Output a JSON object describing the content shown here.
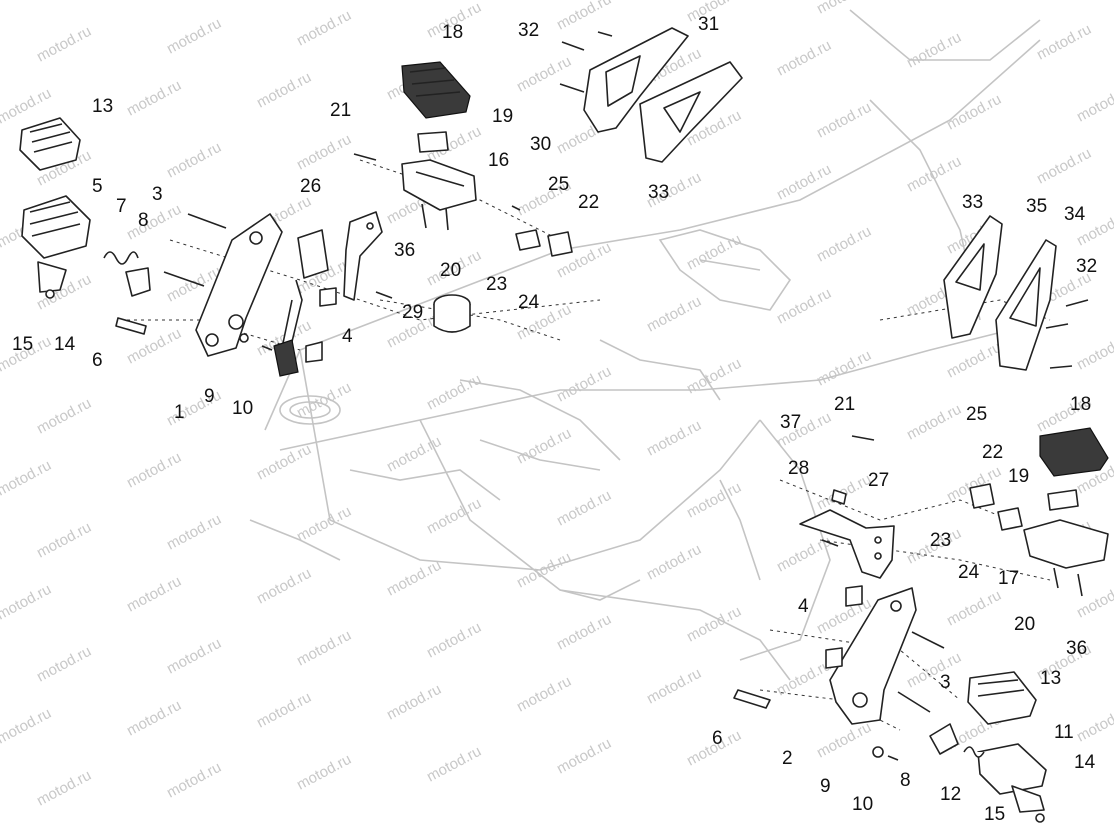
{
  "watermark": {
    "text": "motod.ru"
  },
  "callouts": [
    {
      "id": "c13a",
      "text": "13"
    },
    {
      "id": "c5a",
      "text": "5"
    },
    {
      "id": "c7a",
      "text": "7"
    },
    {
      "id": "c3a",
      "text": "3"
    },
    {
      "id": "c8a",
      "text": "8"
    },
    {
      "id": "c15a",
      "text": "15"
    },
    {
      "id": "c14a",
      "text": "14"
    },
    {
      "id": "c6a",
      "text": "6"
    },
    {
      "id": "c1",
      "text": "1"
    },
    {
      "id": "c9a",
      "text": "9"
    },
    {
      "id": "c10a",
      "text": "10"
    },
    {
      "id": "c26",
      "text": "26"
    },
    {
      "id": "c21a",
      "text": "21"
    },
    {
      "id": "c18a",
      "text": "18"
    },
    {
      "id": "c19a",
      "text": "19"
    },
    {
      "id": "c30",
      "text": "30"
    },
    {
      "id": "c16",
      "text": "16"
    },
    {
      "id": "c25a",
      "text": "25"
    },
    {
      "id": "c22a",
      "text": "22"
    },
    {
      "id": "c33a",
      "text": "33"
    },
    {
      "id": "c32a",
      "text": "32"
    },
    {
      "id": "c31",
      "text": "31"
    },
    {
      "id": "c36a",
      "text": "36"
    },
    {
      "id": "c20a",
      "text": "20"
    },
    {
      "id": "c23a",
      "text": "23"
    },
    {
      "id": "c24a",
      "text": "24"
    },
    {
      "id": "c29",
      "text": "29"
    },
    {
      "id": "c4a",
      "text": "4"
    },
    {
      "id": "c33b",
      "text": "33"
    },
    {
      "id": "c35",
      "text": "35"
    },
    {
      "id": "c34",
      "text": "34"
    },
    {
      "id": "c32b",
      "text": "32"
    },
    {
      "id": "c18b",
      "text": "18"
    },
    {
      "id": "c21b",
      "text": "21"
    },
    {
      "id": "c37",
      "text": "37"
    },
    {
      "id": "c25b",
      "text": "25"
    },
    {
      "id": "c22b",
      "text": "22"
    },
    {
      "id": "c28",
      "text": "28"
    },
    {
      "id": "c27",
      "text": "27"
    },
    {
      "id": "c19b",
      "text": "19"
    },
    {
      "id": "c23b",
      "text": "23"
    },
    {
      "id": "c24b",
      "text": "24"
    },
    {
      "id": "c17",
      "text": "17"
    },
    {
      "id": "c20b",
      "text": "20"
    },
    {
      "id": "c4b",
      "text": "4"
    },
    {
      "id": "c36b",
      "text": "36"
    },
    {
      "id": "c3b",
      "text": "3"
    },
    {
      "id": "c13b",
      "text": "13"
    },
    {
      "id": "c11",
      "text": "11"
    },
    {
      "id": "c6b",
      "text": "6"
    },
    {
      "id": "c2",
      "text": "2"
    },
    {
      "id": "c14b",
      "text": "14"
    },
    {
      "id": "c9b",
      "text": "9"
    },
    {
      "id": "c8b",
      "text": "8"
    },
    {
      "id": "c12",
      "text": "12"
    },
    {
      "id": "c10b",
      "text": "10"
    },
    {
      "id": "c15b",
      "text": "15"
    }
  ]
}
